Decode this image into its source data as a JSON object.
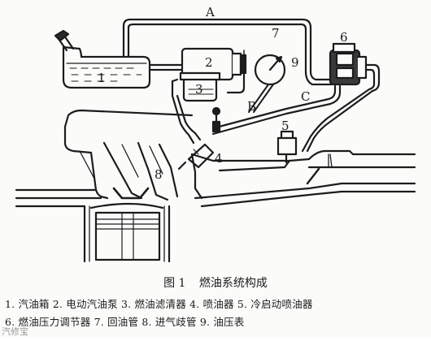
{
  "diagram": {
    "path_labels": {
      "a": "A",
      "b": "B",
      "c": "C"
    },
    "part_numbers": [
      "1",
      "2",
      "3",
      "4",
      "5",
      "6",
      "7",
      "8",
      "9"
    ]
  },
  "caption": {
    "figure": "图 1",
    "title": "燃油系统构成"
  },
  "legend": {
    "line1": "1. 汽油箱 2. 电动汽油泵 3. 燃油滤清器 4. 喷油器 5. 冷启动喷油器",
    "line2": "6. 燃油压力调节器 7. 回油管 8. 进气歧管 9. 油压表"
  },
  "watermark": "汽修宝"
}
